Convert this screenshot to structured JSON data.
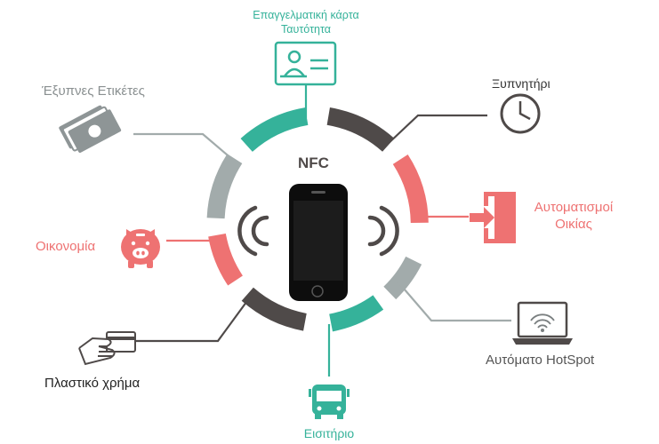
{
  "center_label": "NFC",
  "colors": {
    "teal": "#35b29a",
    "dark": "#4f4a49",
    "coral": "#ee7272",
    "grey": "#a2abab",
    "phone": "#111111"
  },
  "items": {
    "business_card": {
      "line1": "Επαγγελματική κάρτα",
      "line2": "Ταυτότητα",
      "icon": "id-card-icon"
    },
    "alarm": {
      "label": "Ξυπνητήρι",
      "icon": "clock-icon"
    },
    "home": {
      "line1": "Αυτοματισμοί",
      "line2": "Οικίας",
      "icon": "door-enter-icon"
    },
    "hotspot": {
      "label": "Αυτόματο HotSpot",
      "icon": "laptop-wifi-icon"
    },
    "ticket": {
      "label": "Εισιτήριο",
      "icon": "bus-icon"
    },
    "card": {
      "label": "Πλαστικό χρήμα",
      "icon": "credit-card-hand-icon"
    },
    "savings": {
      "label": "Οικονομία",
      "icon": "piggy-bank-icon"
    },
    "tags": {
      "label": "Έξυπνες Ετικέτες",
      "icon": "banknotes-icon"
    }
  }
}
